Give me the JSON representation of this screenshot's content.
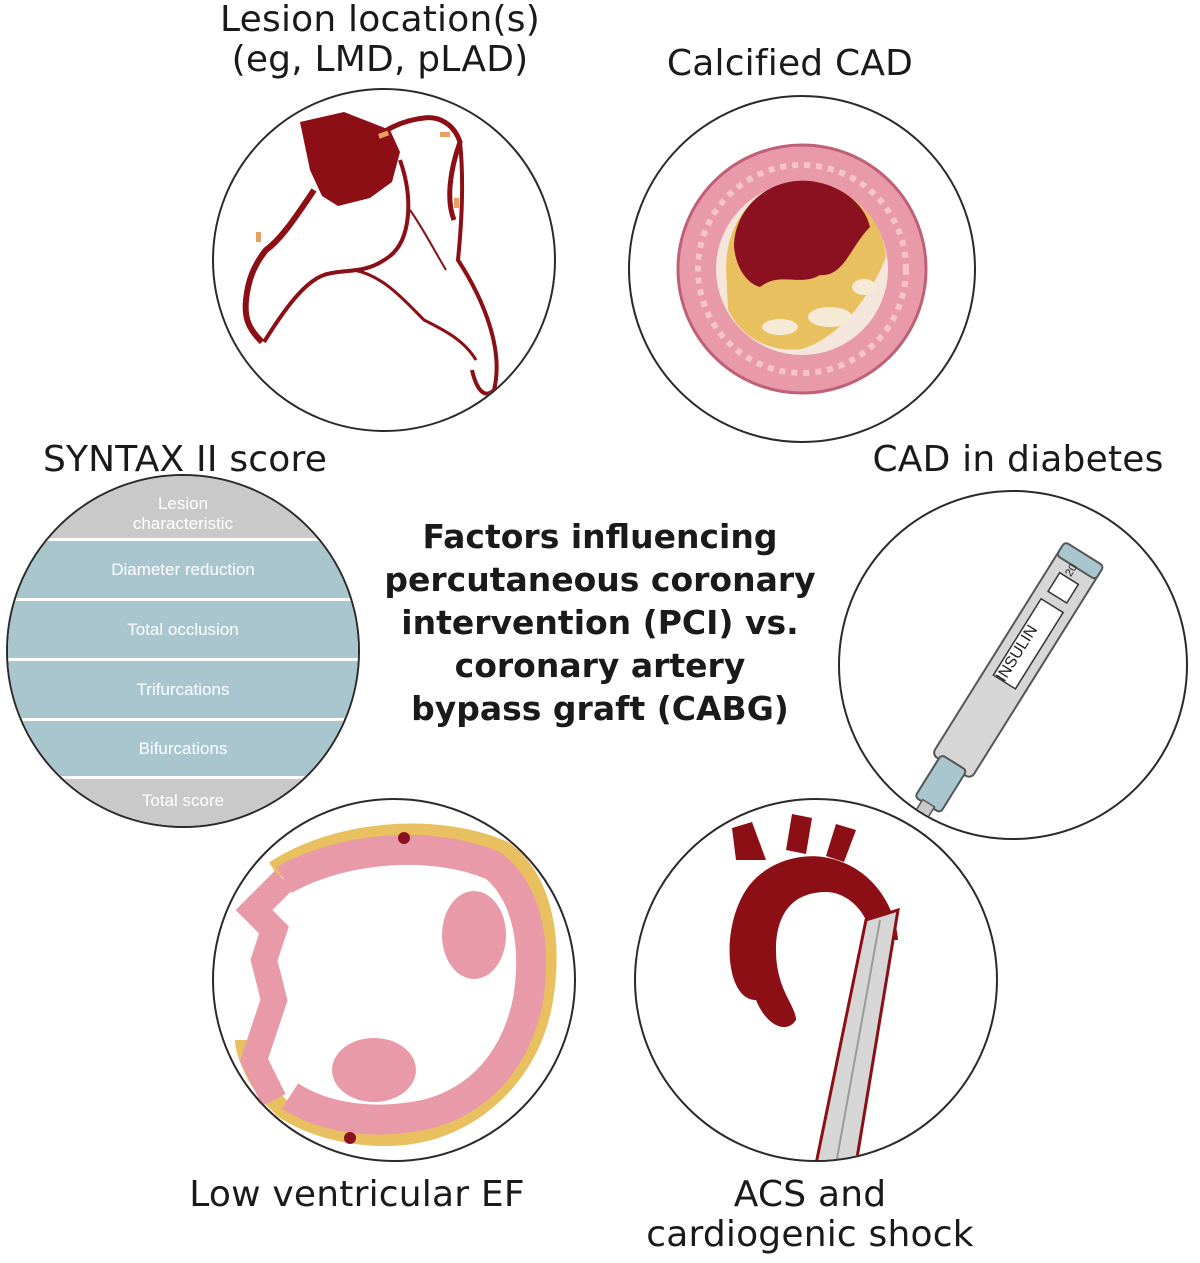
{
  "center_title_lines": [
    "Factors influencing",
    "percutaneous coronary",
    "intervention (PCI) vs.",
    "coronary artery",
    "bypass graft (CABG)"
  ],
  "labels": {
    "lesion_location_line1": "Lesion location(s)",
    "lesion_location_line2": "(eg, LMD, pLAD)",
    "calcified_cad": "Calcified CAD",
    "syntax_score": "SYNTAX II score",
    "cad_diabetes": "CAD in diabetes",
    "low_ef": "Low ventricular EF",
    "acs_line1": "ACS and",
    "acs_line2": "cardiogenic shock"
  },
  "syntax_rows": [
    {
      "label": "Lesion characteristic"
    },
    {
      "label": "Diameter reduction"
    },
    {
      "label": "Total occlusion"
    },
    {
      "label": "Trifurcations"
    },
    {
      "label": "Bifurcations"
    },
    {
      "label": "Total score"
    }
  ],
  "insulin_pen": {
    "label": "INSULIN",
    "dose": "20"
  },
  "colors": {
    "artery_red": "#8b0f14",
    "vessel_pink": "#e8a0ac",
    "plaque_yellow": "#e8c060",
    "syntax_blue": "#a9c6cf",
    "syntax_gray": "#c9c9c9"
  }
}
